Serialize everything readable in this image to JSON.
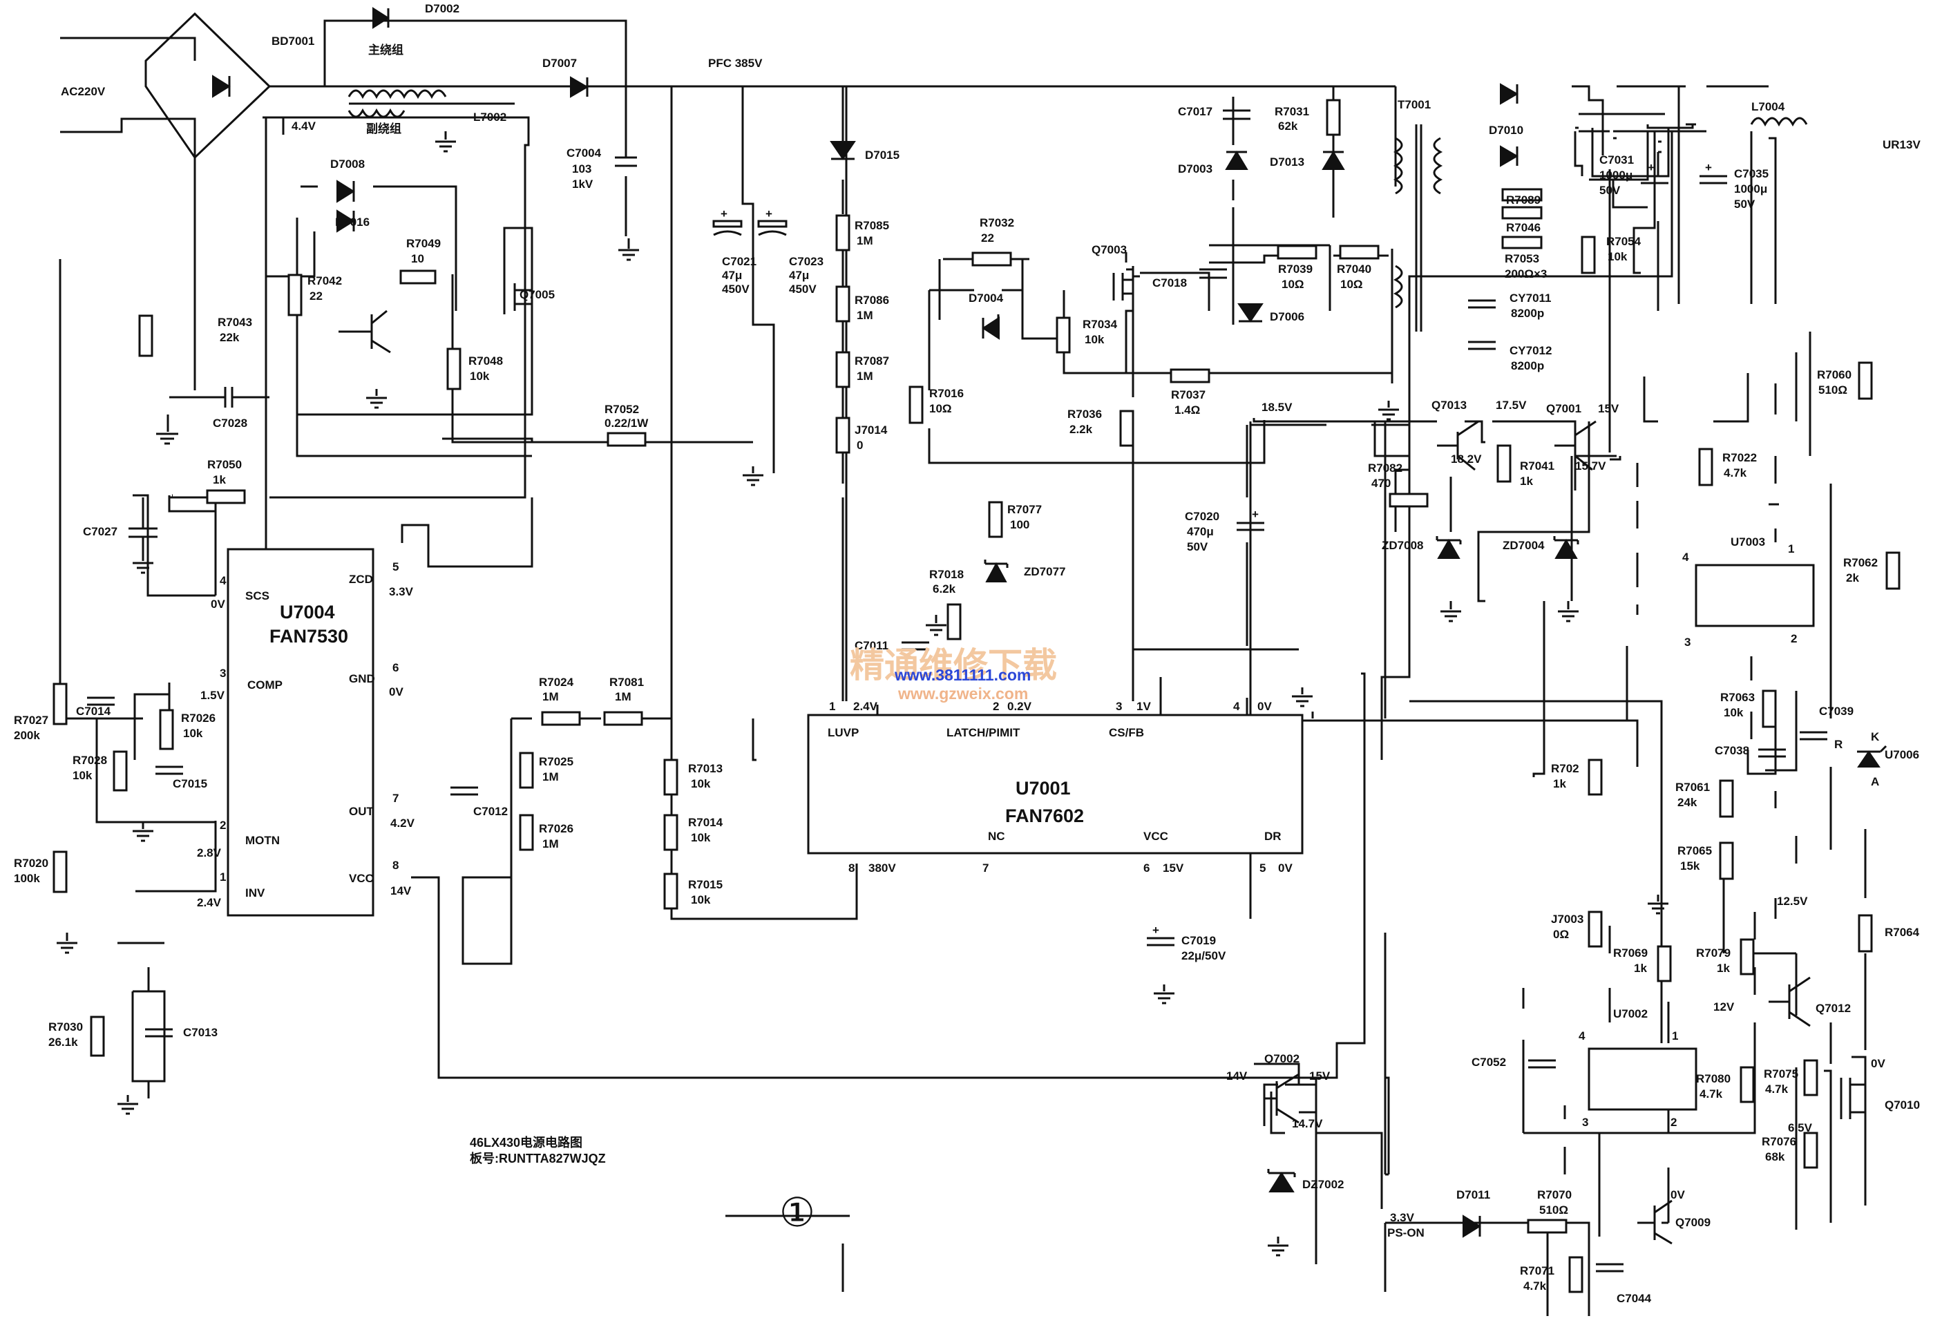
{
  "title_lines": [
    "46LX430电源电路图",
    "板号:RUNTTA827WJQZ"
  ],
  "page_mark": "①",
  "watermark": {
    "cn": "精通维修下载",
    "url1": "www.3811111.com",
    "url2": "www.gzweix.com"
  },
  "ics": [
    {
      "ref": "U7004",
      "part": "FAN7530",
      "pins": [
        {
          "n": "4",
          "name": "SCS",
          "volt": "0V"
        },
        {
          "n": "3",
          "name": "COMP",
          "volt": "1.5V"
        },
        {
          "n": "2",
          "name": "MOTN",
          "volt": "2.8V"
        },
        {
          "n": "1",
          "name": "INV",
          "volt": "2.4V"
        },
        {
          "n": "5",
          "name": "ZCD",
          "volt": "3.3V"
        },
        {
          "n": "6",
          "name": "GND",
          "volt": "0V"
        },
        {
          "n": "7",
          "name": "OUT",
          "volt": "4.2V"
        },
        {
          "n": "8",
          "name": "VCC",
          "volt": "14V"
        }
      ]
    },
    {
      "ref": "U7001",
      "part": "FAN7602",
      "pins": [
        {
          "n": "1",
          "name": "LUVP",
          "volt": "2.4V"
        },
        {
          "n": "2",
          "name": "LATCH/PIMIT",
          "volt": "0.2V"
        },
        {
          "n": "3",
          "name": "CS/FB",
          "volt": "1V"
        },
        {
          "n": "4",
          "name": "",
          "volt": "0V"
        },
        {
          "n": "8",
          "name": "",
          "volt": "380V"
        },
        {
          "n": "7",
          "name": "NC",
          "volt": ""
        },
        {
          "n": "6",
          "name": "VCC",
          "volt": "15V"
        },
        {
          "n": "5",
          "name": "DR",
          "volt": "0V"
        }
      ]
    }
  ],
  "labels": {
    "ac": "AC220V",
    "bd": "BD7001",
    "d7002": "D7002",
    "main_coil": "主绕组",
    "aux_coil": "副绕组",
    "l7002": "L7002",
    "v44": "4.4V",
    "d7007": "D7007",
    "pfc": "PFC 385V",
    "c7004": [
      "C7004",
      "103",
      "1kV"
    ],
    "c7021": [
      "C7021",
      "47μ",
      "450V"
    ],
    "c7023": [
      "C7023",
      "47μ",
      "450V"
    ],
    "d7008": "D7008",
    "d7016": "D7016",
    "r7049": [
      "R7049",
      "10"
    ],
    "r7042": [
      "R7042",
      "22"
    ],
    "r7043": [
      "R7043",
      "22k"
    ],
    "q7005": "Q7005",
    "r7048": [
      "R7048",
      "10k"
    ],
    "c7028": "C7028",
    "r7052": [
      "R7052",
      "0.22/1W"
    ],
    "r7050": [
      "R7050",
      "1k"
    ],
    "c7027": "C7027",
    "r7027": [
      "R7027",
      "200k"
    ],
    "c7014": "C7014",
    "r7026a": [
      "R7026",
      "10k"
    ],
    "r7028": [
      "R7028",
      "10k"
    ],
    "c7015": "C7015",
    "r7020": [
      "R7020",
      "100k"
    ],
    "r7030": [
      "R7030",
      "26.1k"
    ],
    "c7013": "C7013",
    "r7024": [
      "R7024",
      "1M"
    ],
    "r7081": [
      "R7081",
      "1M"
    ],
    "r7025": [
      "R7025",
      "1M"
    ],
    "c7012": "C7012",
    "r7026b": [
      "R7026",
      "1M"
    ],
    "d7015": "D7015",
    "r7085": [
      "R7085",
      "1M"
    ],
    "r7086": [
      "R7086",
      "1M"
    ],
    "r7087": [
      "R7087",
      "1M"
    ],
    "j7014": [
      "J7014",
      "0"
    ],
    "r7013": [
      "R7013",
      "10k"
    ],
    "r7014": [
      "R7014",
      "10k"
    ],
    "r7015": [
      "R7015",
      "10k"
    ],
    "r7032": [
      "R7032",
      "22"
    ],
    "d7004": "D7004",
    "r7016": [
      "R7016",
      "10Ω"
    ],
    "q7003": "Q7003",
    "r7034": [
      "R7034",
      "10k"
    ],
    "c7018": "C7018",
    "r7039": [
      "R7039",
      "10Ω"
    ],
    "r7040": [
      "R7040",
      "10Ω"
    ],
    "d7006": "D7006",
    "r7037": [
      "R7037",
      "1.4Ω"
    ],
    "r7036": [
      "R7036",
      "2.2k"
    ],
    "v185": "18.5V",
    "c7017": "C7017",
    "d7003": "D7003",
    "r7031": [
      "R7031",
      "62k"
    ],
    "d7013": "D7013",
    "t7001": "T7001",
    "r7077": [
      "R7077",
      "100"
    ],
    "zd7077": "ZD7077",
    "r7018": [
      "R7018",
      "6.2k"
    ],
    "c7011": "C7011",
    "c7020": [
      "C7020",
      "470μ",
      "50V"
    ],
    "c7019": [
      "C7019",
      "22μ/50V"
    ],
    "q7013": "Q7013",
    "q7001": "Q7001",
    "v175": "17.5V",
    "v15": "15V",
    "r7082": [
      "R7082",
      "470"
    ],
    "v182": "18.2V",
    "r7041": [
      "R7041",
      "1k"
    ],
    "v157": "15.7V",
    "zd7008": "ZD7008",
    "zd7004": "ZD7004",
    "d7010": "D7010",
    "r7089": "R7089",
    "r7046": "R7046",
    "r7053": [
      "R7053",
      "200Ω×3"
    ],
    "cy7011": [
      "CY7011",
      "8200p"
    ],
    "cy7012": [
      "CY7012",
      "8200p"
    ],
    "c7031": [
      "C7031",
      "1000μ",
      "50V"
    ],
    "r7054": [
      "R7054",
      "10k"
    ],
    "c7035": [
      "C7035",
      "1000μ",
      "50V"
    ],
    "l7004": "L7004",
    "ur13v": "UR13V",
    "r7060": [
      "R7060",
      "510Ω"
    ],
    "r7022": [
      "R7022",
      "4.7k"
    ],
    "u7003": "U7003",
    "r7062": [
      "R7062",
      "2k"
    ],
    "r7063": [
      "R7063",
      "10k"
    ],
    "c7039": "C7039",
    "c7038": "C7038",
    "u7006": "U7006",
    "k": "K",
    "r": "R",
    "a": "A",
    "r7061": [
      "R7061",
      "24k"
    ],
    "r7065": [
      "R7065",
      "15k"
    ],
    "r7064": "R7064",
    "r702": [
      "R702",
      "1k"
    ],
    "j7003": [
      "J7003",
      "0Ω"
    ],
    "r7069": [
      "R7069",
      "1k"
    ],
    "r7079": [
      "R7079",
      "1k"
    ],
    "v125": "12.5V",
    "v12": "12V",
    "q7012": "Q7012",
    "u7002": "U7002",
    "c7052": "C7052",
    "r7080": [
      "R7080",
      "4.7k"
    ],
    "r7075": [
      "R7075",
      "4.7k"
    ],
    "v0a": "0V",
    "q7010": "Q7010",
    "r7076": [
      "R7076",
      "68k"
    ],
    "v65": "6.5V",
    "q7002": "Q7002",
    "v14": "14V",
    "v15b": "15V",
    "v147": "14.7V",
    "dz7002": "DZ7002",
    "v33": "3.3V",
    "pson": "PS-ON",
    "d7011": "D7011",
    "r7070": [
      "R7070",
      "510Ω"
    ],
    "v0b": "0V",
    "q7009": "Q7009",
    "r7071": [
      "R7071",
      "4.7k"
    ],
    "c7044": "C7044",
    "p4": "4",
    "p1": "1",
    "p3": "3",
    "p2": "2"
  }
}
